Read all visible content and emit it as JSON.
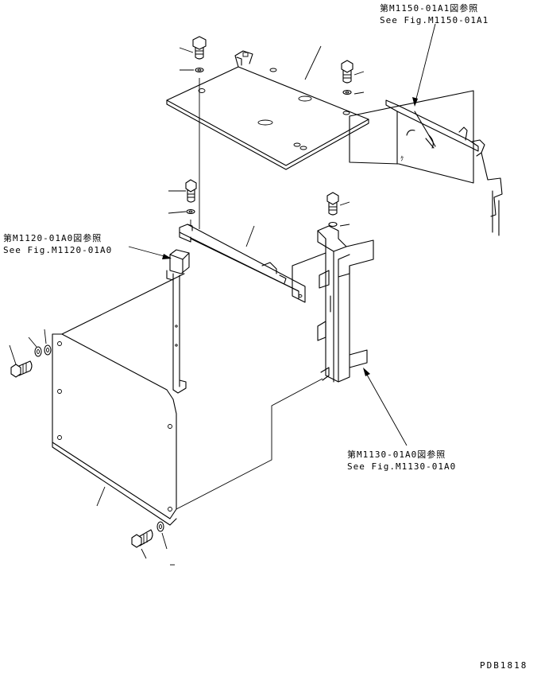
{
  "references": {
    "m1150": {
      "jp": "第M1150-01A1図参照",
      "en": "See Fig.M1150-01A1"
    },
    "m1120": {
      "jp": "第M1120-01A0図参照",
      "en": "See Fig.M1120-01A0"
    },
    "m1130": {
      "jp": "第M1130-01A0図参照",
      "en": "See Fig.M1130-01A0"
    }
  },
  "drawing_code": "PDB1818"
}
